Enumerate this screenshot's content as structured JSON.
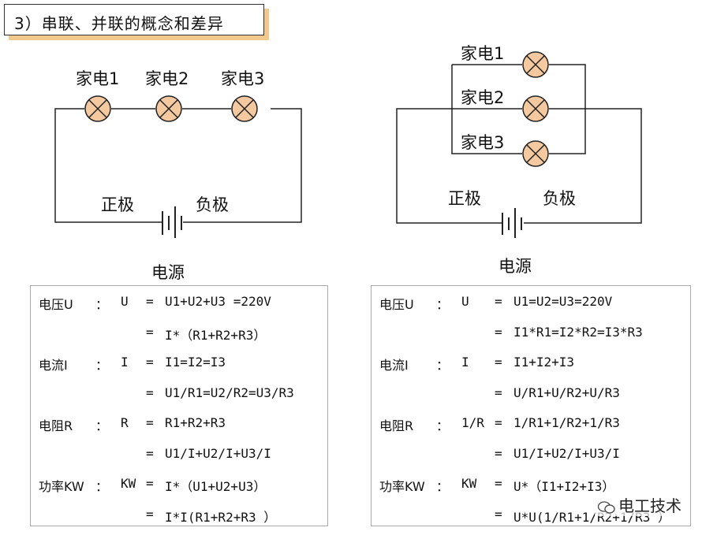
{
  "title": "3）串联、并联的概念和差异",
  "series_circuit": {
    "lamps": [
      "家电1",
      "家电2",
      "家电3"
    ],
    "positive": "正极",
    "negative": "负极",
    "source": "电源"
  },
  "parallel_circuit": {
    "lamps": [
      "家电1",
      "家电2",
      "家电3"
    ],
    "positive": "正极",
    "negative": "负极",
    "source": "电源"
  },
  "series_formulas": [
    {
      "name": "电压U",
      "sep": "：",
      "sym": "U",
      "eq": "=",
      "expr": "U1+U2+U3 =220V"
    },
    {
      "name": "",
      "sep": "",
      "sym": "",
      "eq": "=",
      "expr": "I*（R1+R2+R3）"
    },
    {
      "name": "电流I",
      "sep": "：",
      "sym": "I",
      "eq": "=",
      "expr": "I1=I2=I3"
    },
    {
      "name": "",
      "sep": "",
      "sym": "",
      "eq": "=",
      "expr": "U1/R1=U2/R2=U3/R3"
    },
    {
      "name": "电阻R",
      "sep": "：",
      "sym": "R",
      "eq": "=",
      "expr": "R1+R2+R3"
    },
    {
      "name": "",
      "sep": "",
      "sym": "",
      "eq": "=",
      "expr": "U1/I+U2/I+U3/I"
    },
    {
      "name": "功率KW",
      "sep": "：",
      "sym": "KW",
      "eq": "=",
      "expr": "I*（U1+U2+U3）"
    },
    {
      "name": "",
      "sep": "",
      "sym": "",
      "eq": "=",
      "expr": "I*I(R1+R2+R3 ）"
    }
  ],
  "parallel_formulas": [
    {
      "name": "电压U",
      "sep": "：",
      "sym": "U",
      "eq": "=",
      "expr": "U1=U2=U3=220V"
    },
    {
      "name": "",
      "sep": "",
      "sym": "",
      "eq": "=",
      "expr": "I1*R1=I2*R2=I3*R3"
    },
    {
      "name": "电流I",
      "sep": "：",
      "sym": "I",
      "eq": "=",
      "expr": "I1+I2+I3"
    },
    {
      "name": "",
      "sep": "",
      "sym": "",
      "eq": "=",
      "expr": "U/R1+U/R2+U/R3"
    },
    {
      "name": "电阻R",
      "sep": "：",
      "sym": "1/R",
      "eq": "=",
      "expr": "1/R1+1/R2+1/R3"
    },
    {
      "name": "",
      "sep": "",
      "sym": "",
      "eq": "=",
      "expr": "U1/I+U2/I+U3/I"
    },
    {
      "name": "功率KW",
      "sep": "：",
      "sym": "KW",
      "eq": "=",
      "expr": "U*（I1+I2+I3）"
    },
    {
      "name": "",
      "sep": "",
      "sym": "",
      "eq": "=",
      "expr": "U*U(1/R1+1/R2+1/R3 ）"
    }
  ],
  "watermark": "电工技术",
  "colors": {
    "lamp_fill": "#f5c9a0",
    "title_shadow": "#f3c98b",
    "wire": "#222222"
  }
}
